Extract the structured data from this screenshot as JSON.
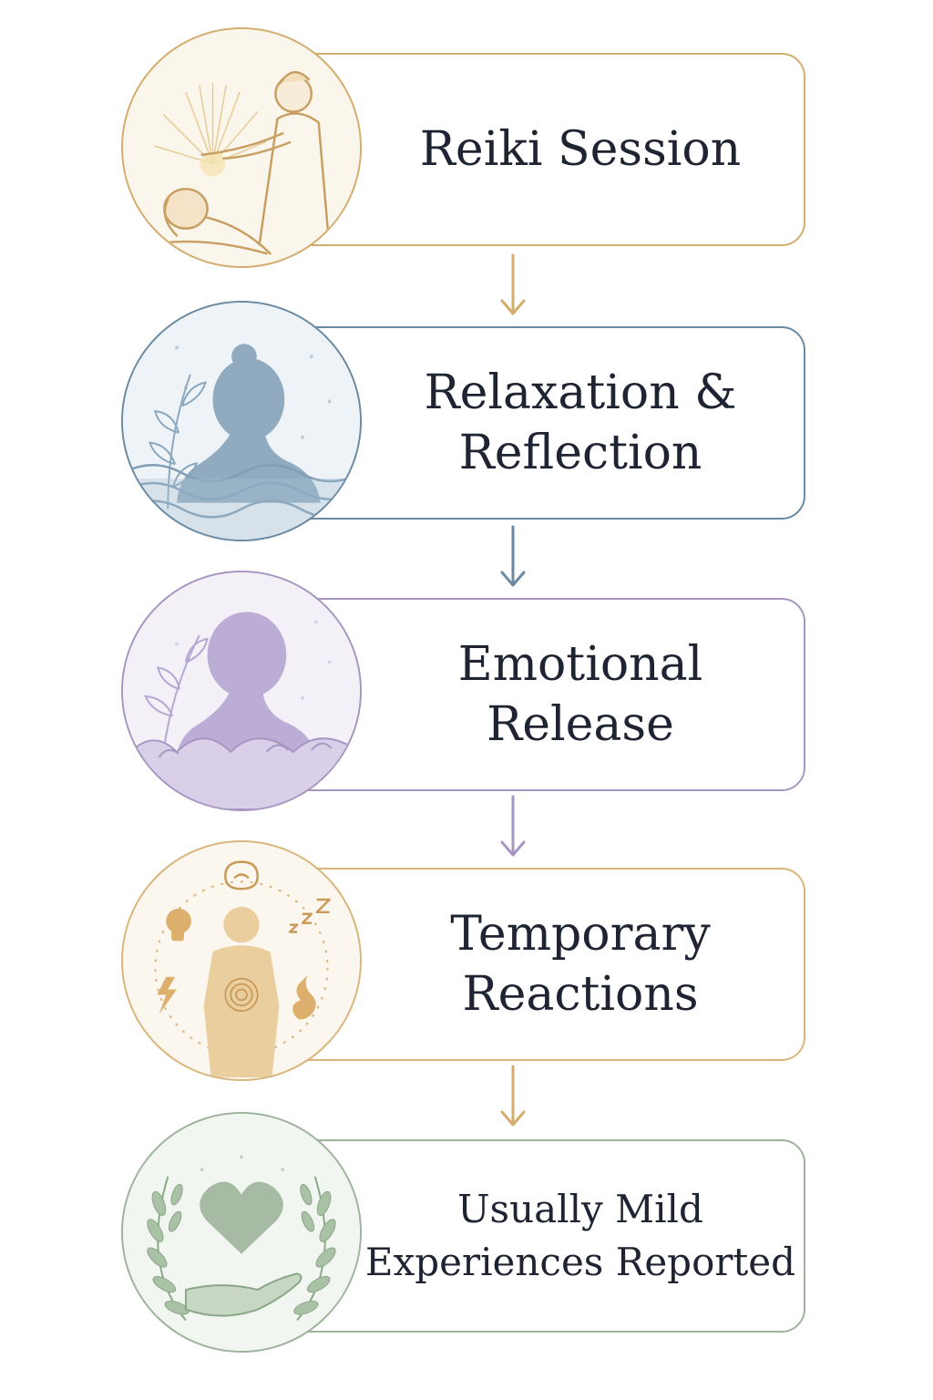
{
  "steps": [
    {
      "id": "reiki-session",
      "lines": [
        "Reiki Session"
      ],
      "color": "#d4ac6e",
      "tint": "#fbf6ec",
      "icon": "reiki-practitioner-icon"
    },
    {
      "id": "relaxation-reflection",
      "lines": [
        "Relaxation &",
        "Reflection"
      ],
      "color": "#6a8aa3",
      "tint": "#eef3f7",
      "icon": "meditating-person-water-icon"
    },
    {
      "id": "emotional-release",
      "lines": [
        "Emotional",
        "Release"
      ],
      "color": "#a796c2",
      "tint": "#f4f0f8",
      "icon": "person-clouds-icon"
    },
    {
      "id": "temporary-reactions",
      "lines": [
        "Temporary",
        "Reactions"
      ],
      "color": "#d9b57c",
      "tint": "#fcf7ee",
      "icon": "body-reactions-icon"
    },
    {
      "id": "usually-mild",
      "lines": [
        "Usually Mild",
        "Experiences Reported"
      ],
      "color": "#9db49b",
      "tint": "#f2f6f1",
      "icon": "heart-hand-laurel-icon"
    }
  ]
}
